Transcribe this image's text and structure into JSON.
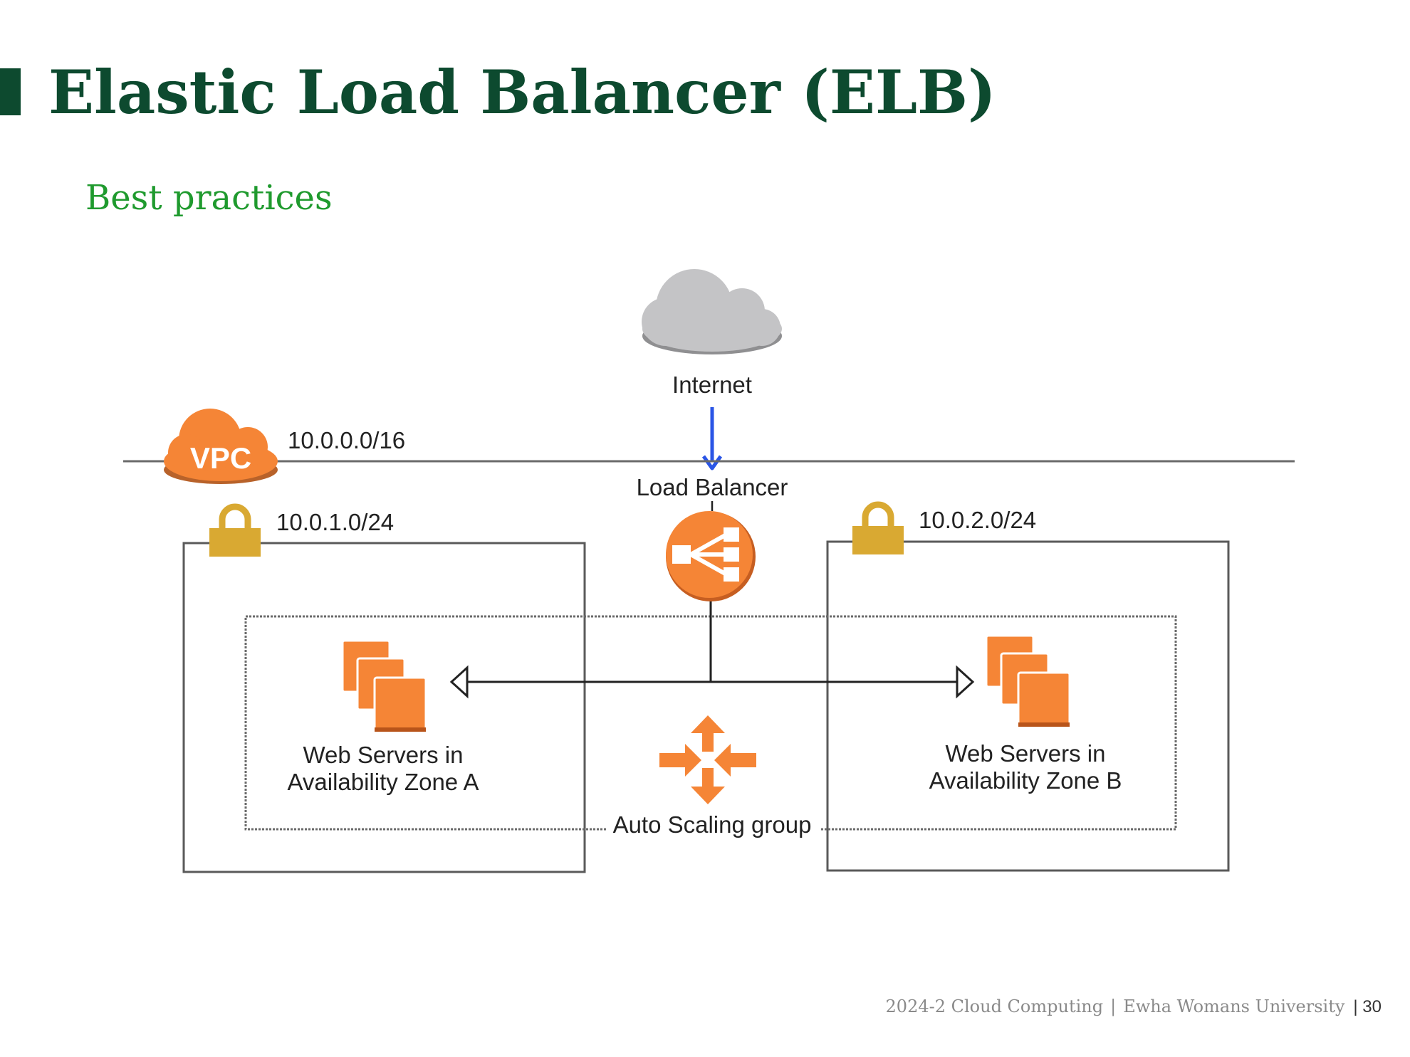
{
  "slide": {
    "title": "Elastic Load Balancer (ELB)",
    "subtitle": "Best practices"
  },
  "diagram": {
    "internet_label": "Internet",
    "vpc_label": "VPC",
    "vpc_cidr": "10.0.0.0/16",
    "load_balancer_label": "Load Balancer",
    "subnet_a_cidr": "10.0.1.0/24",
    "subnet_b_cidr": "10.0.2.0/24",
    "zone_a_line1": "Web Servers in",
    "zone_a_line2": "Availability Zone A",
    "zone_b_line1": "Web Servers in",
    "zone_b_line2": "Availability Zone B",
    "auto_scaling_label": "Auto Scaling group",
    "colors": {
      "aws_orange": "#f58536",
      "lock_gold": "#d9a932",
      "cloud_gray": "#c4c4c6",
      "highlight_arrow": "#2a55e6"
    }
  },
  "footer": {
    "course": "2024-2 Cloud Computing",
    "separator": "|",
    "university": "Ewha Womans University",
    "page_number": "| 30"
  }
}
